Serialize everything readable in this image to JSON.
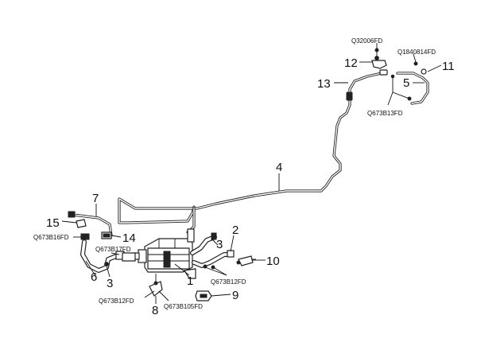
{
  "callouts": {
    "n1": "1",
    "n2": "2",
    "n3a": "3",
    "n3b": "3",
    "n4": "4",
    "n5": "5",
    "n6": "6",
    "n7": "7",
    "n8": "8",
    "n9": "9",
    "n10": "10",
    "n11": "11",
    "n12": "12",
    "n13": "13",
    "n14": "14",
    "n15": "15"
  },
  "part_codes": {
    "q32006": "Q32006FD",
    "q1840814": "Q1840814FD",
    "q673b13": "Q673B13FD",
    "q673b16": "Q673B16FD",
    "q673b17": "Q673B17FD",
    "q673b12_right": "Q673B12FD",
    "q673b12_bottom": "Q673B12FD",
    "q673b105": "Q673B105FD"
  }
}
